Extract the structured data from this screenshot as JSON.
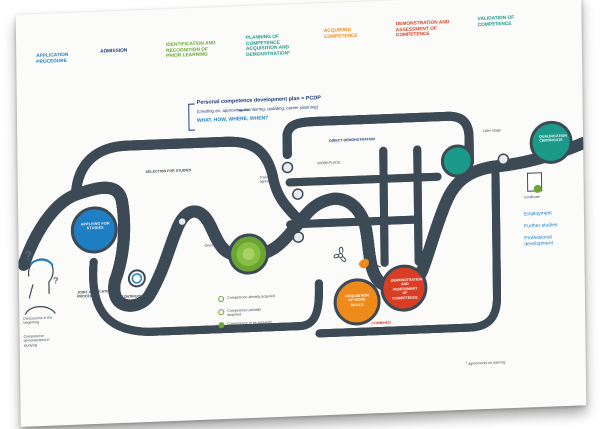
{
  "stages": [
    {
      "text": "APPLICATION PROCEDURE",
      "color": "#1f7fc4"
    },
    {
      "text": "ADMISSION",
      "color": "#1c3c7a"
    },
    {
      "text": "IDENTIFICATION AND RECOGNITION OF PRIOR LEARNING",
      "color": "#6aa532"
    },
    {
      "text": "PLANNING OF COMPETENCE ACQUISITION AND DEMONSTRATION*",
      "color": "#1b9a8a"
    },
    {
      "text": "ACQUIRING COMPETENCE",
      "color": "#ee8a1a"
    },
    {
      "text": "DEMONSTRATION AND ASSESSMENT OF COMPETENCE",
      "color": "#d93d24"
    },
    {
      "text": "VALIDATION OF COMPETENCE",
      "color": "#1b9a8a"
    }
  ],
  "pcdp": {
    "line1": "Personal competence development plan = PCDP",
    "line2": "(creating an, approving, monitoring, updating, career planning)",
    "line3": "WHAT, HOW, WHERE, WHEN?"
  },
  "nodes": {
    "apply": "APPLYING FOR STUDIES",
    "joint": "JOINT APPLICATION PROCEDURE",
    "continuous": "CONTINUOUS APPLICATION PROCEDURE",
    "select": "SELECTION FOR STUDIES",
    "acq_work": "ACQUISITION OF WORK SKILLS",
    "demo_ass": "DEMONSTRATION AND ASSESSMENT OF COMPETENCE",
    "qualif": "QUALIFICATION CERTIFICATE",
    "info": "Orientation",
    "direct": "DIRECT DEMONSTRATION",
    "work": "WORKPLACE",
    "modif": "Training agreement",
    "later": "Later stage",
    "combine": "COMBINED",
    "certificate": "Certificate"
  },
  "notes": [
    "Competence already acquired",
    "Competence partially acquired",
    "Competence to be acquired"
  ],
  "left_notes": [
    "Discussions in the beginning",
    "Competence demonstrated in studying"
  ],
  "outcomes": [
    "Employment",
    "Further studies",
    "Professional development"
  ],
  "footnote": "* agreements on training"
}
